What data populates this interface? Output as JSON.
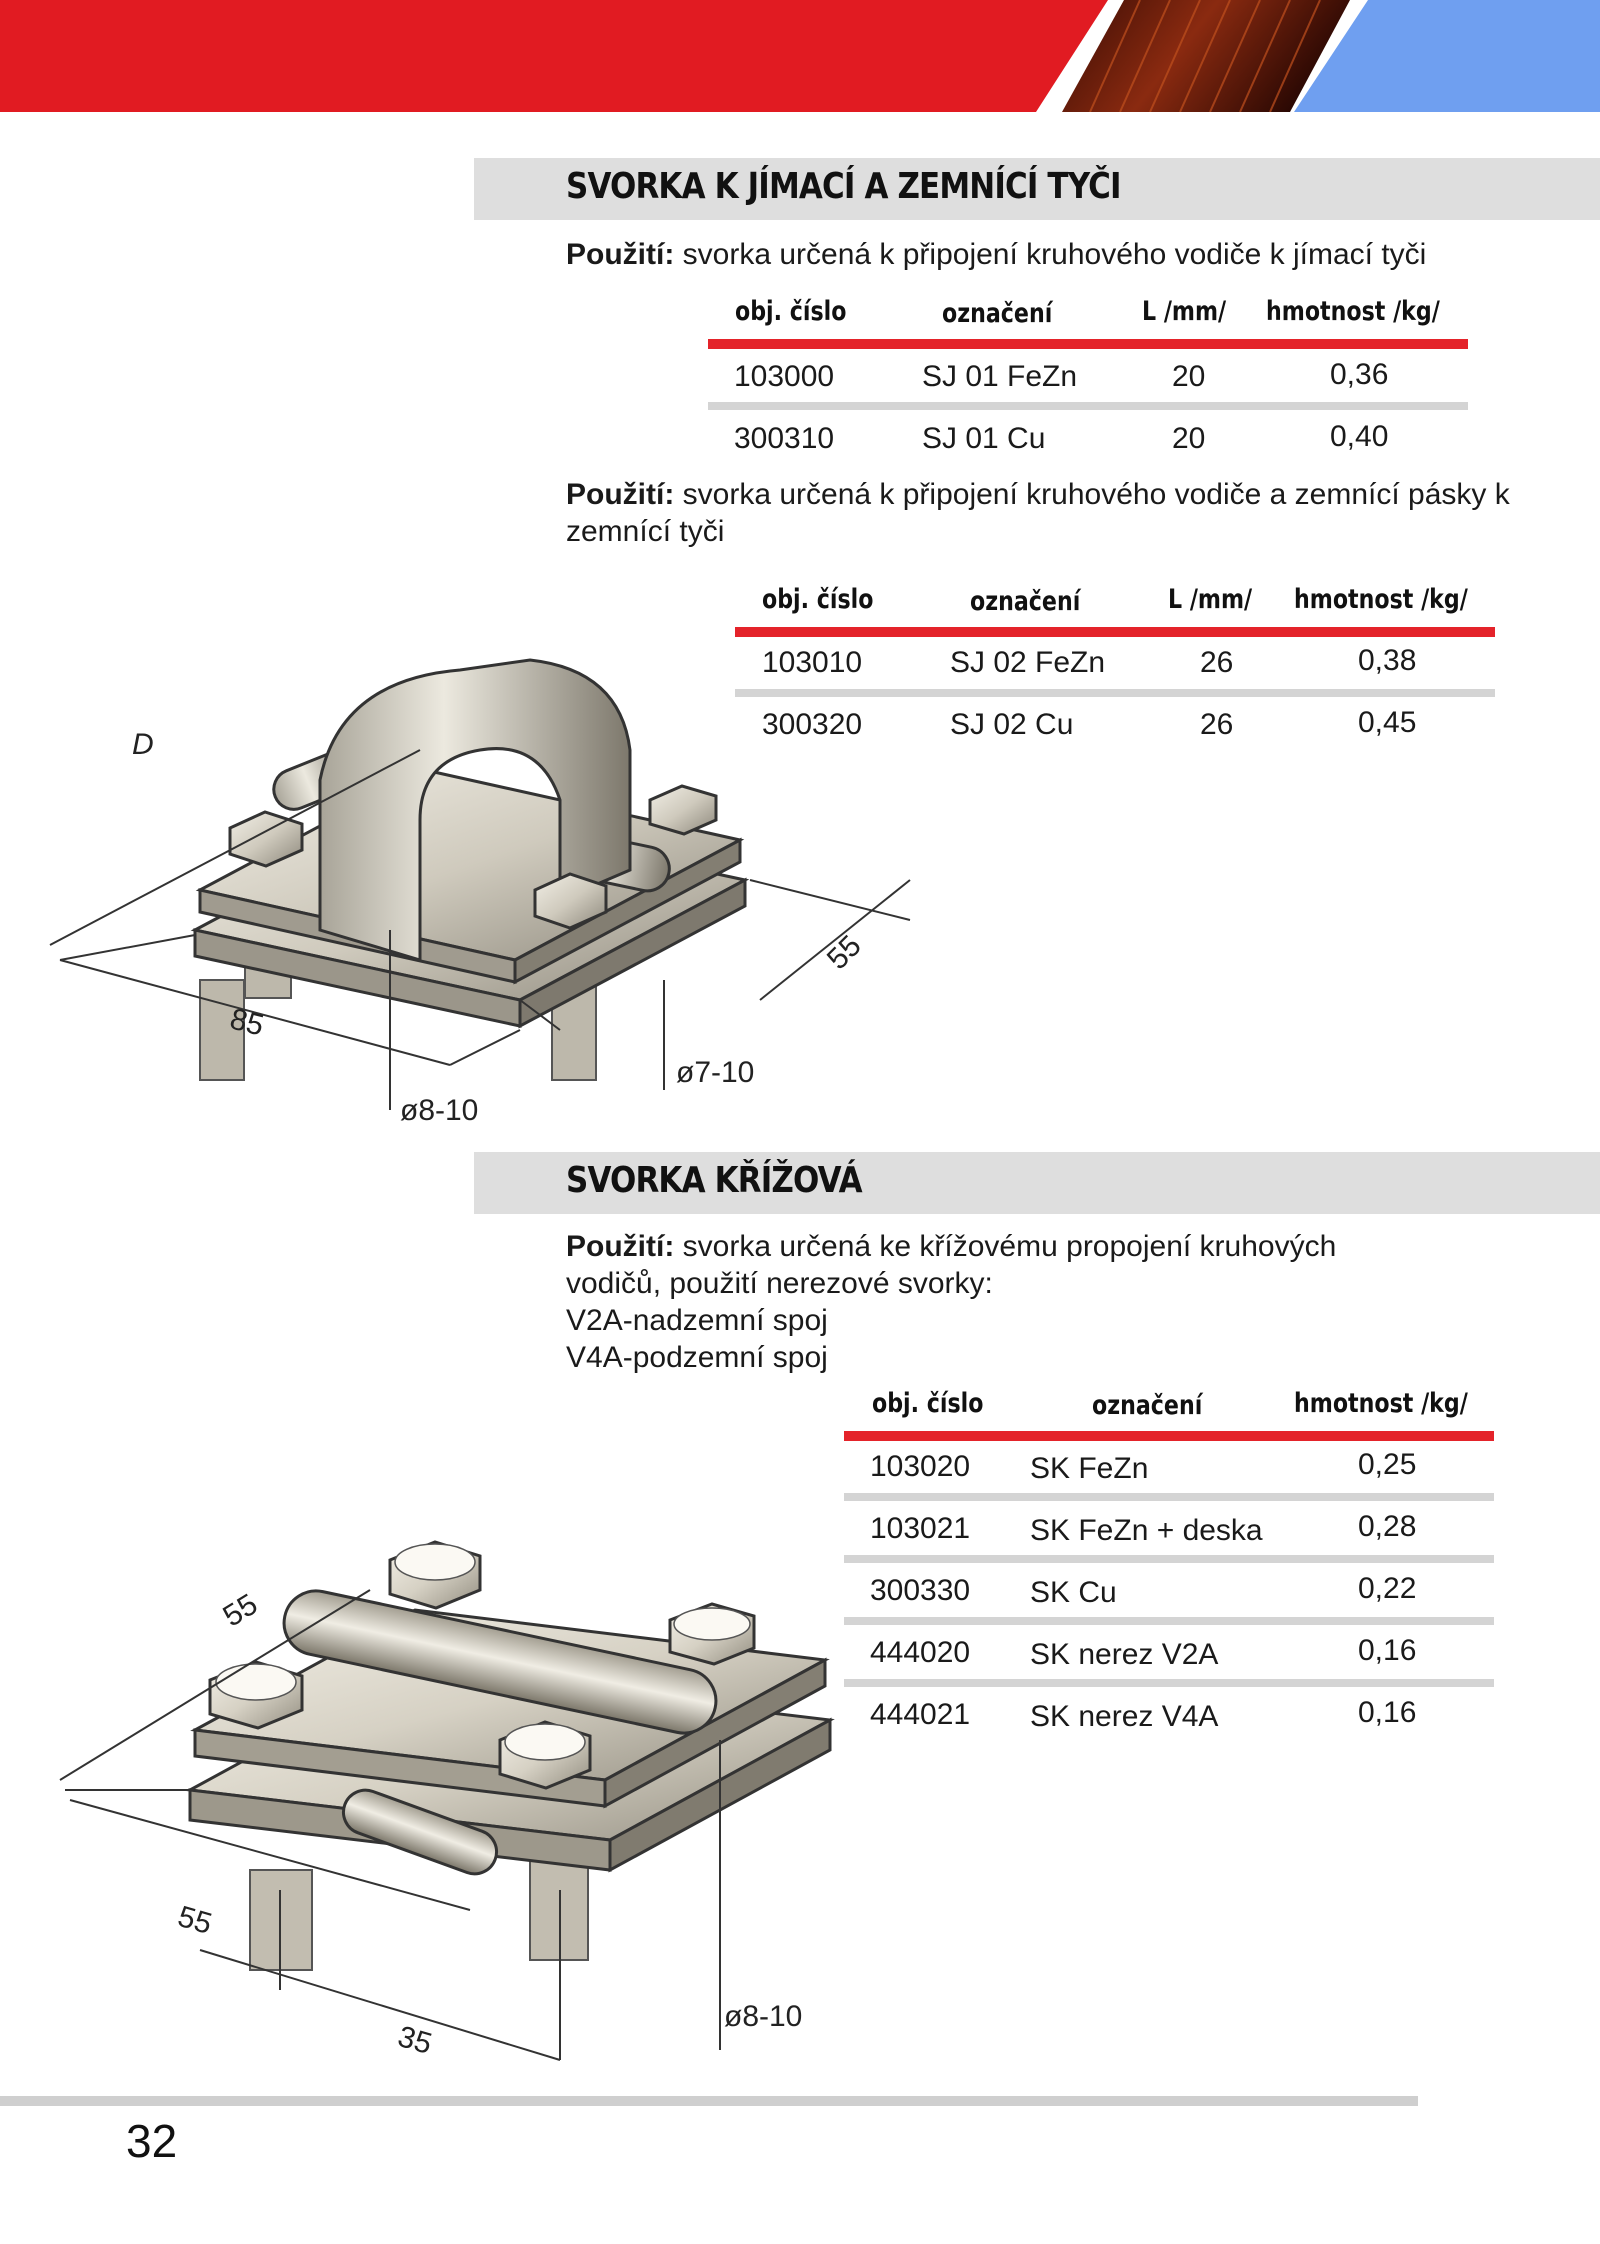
{
  "header": {
    "colors": {
      "red": "#e11b22",
      "blue": "#6f9ff0",
      "copper": "#8a2a10"
    }
  },
  "section1": {
    "title": "SVORKA K JÍMACÍ A ZEMNÍCÍ TYČI",
    "usage_a": {
      "label": "Použití:",
      "text": " svorka určená k připojení kruhového vodiče k jímací tyči"
    },
    "table_a": {
      "headers": [
        "obj. číslo",
        "označení",
        "L /mm/",
        "hmotnost /kg/"
      ],
      "rows": [
        [
          "103000",
          "SJ 01 FeZn",
          "20",
          "0,36"
        ],
        [
          "300310",
          "SJ 01 Cu",
          "20",
          "0,40"
        ]
      ]
    },
    "usage_b": {
      "label": "Použití:",
      "text": " svorka určená k připojení kruhového vodiče a zemnící pásky k zemnící tyči"
    },
    "table_b": {
      "headers": [
        "obj. číslo",
        "označení",
        "L /mm/",
        "hmotnost /kg/"
      ],
      "rows": [
        [
          "103010",
          "SJ 02 FeZn",
          "26",
          "0,38"
        ],
        [
          "300320",
          "SJ 02 Cu",
          "26",
          "0,45"
        ]
      ]
    },
    "drawing": {
      "d": "D",
      "w": "85",
      "h": "55",
      "rod": "ø8-10",
      "wire": "ø7-10"
    }
  },
  "section2": {
    "title": "SVORKA KŘÍŽOVÁ",
    "usage": {
      "label": "Použití:",
      "line1": " svorka určená ke křížovému propojení kruhových",
      "line2": "vodičů, použití nerezové svorky:",
      "line3": "V2A-nadzemní spoj",
      "line4": "V4A-podzemní spoj"
    },
    "table": {
      "headers": [
        "obj. číslo",
        "označení",
        "hmotnost /kg/"
      ],
      "rows": [
        [
          "103020",
          "SK FeZn",
          "0,25"
        ],
        [
          "103021",
          "SK FeZn + deska",
          "0,28"
        ],
        [
          "300330",
          "SK Cu",
          "0,22"
        ],
        [
          "444020",
          "SK nerez V2A",
          "0,16"
        ],
        [
          "444021",
          "SK nerez V4A",
          "0,16"
        ]
      ]
    },
    "drawing": {
      "top": "55",
      "left": "55",
      "bottom": "35",
      "rod": "ø8-10"
    }
  },
  "footer": {
    "page_number": "32"
  }
}
